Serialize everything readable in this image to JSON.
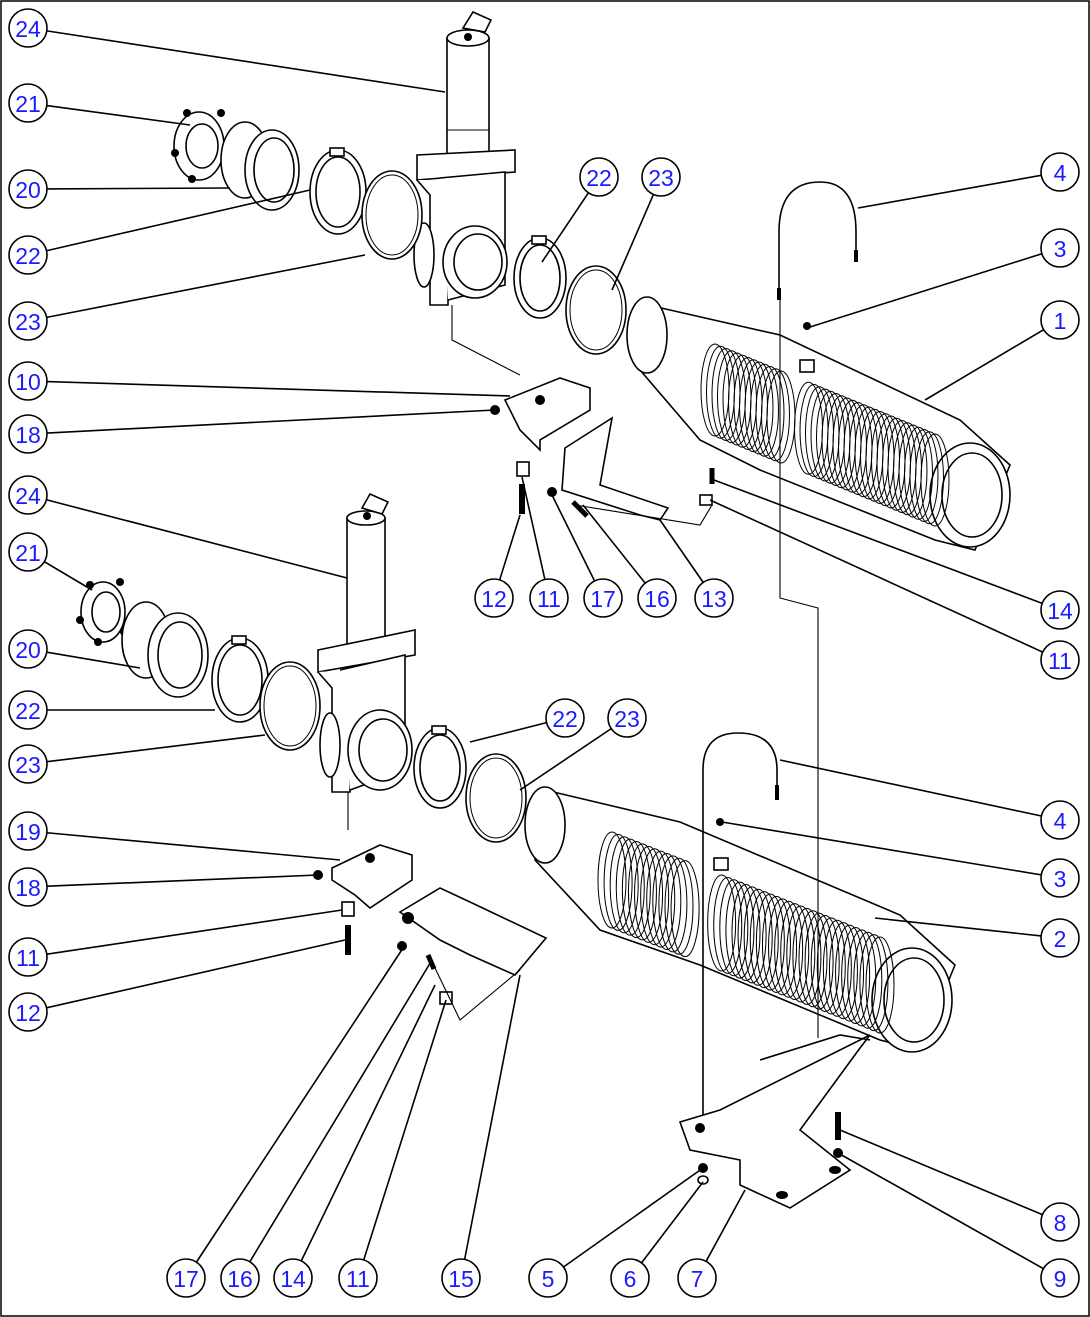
{
  "balloons": [
    {
      "id": "b24a",
      "label": "24"
    },
    {
      "id": "b21a",
      "label": "21"
    },
    {
      "id": "b20a",
      "label": "20"
    },
    {
      "id": "b22a",
      "label": "22"
    },
    {
      "id": "b23a",
      "label": "23"
    },
    {
      "id": "b10",
      "label": "10"
    },
    {
      "id": "b18a",
      "label": "18"
    },
    {
      "id": "b24b",
      "label": "24"
    },
    {
      "id": "b21b",
      "label": "21"
    },
    {
      "id": "b20b",
      "label": "20"
    },
    {
      "id": "b22b",
      "label": "22"
    },
    {
      "id": "b23b",
      "label": "23"
    },
    {
      "id": "b19",
      "label": "19"
    },
    {
      "id": "b18b",
      "label": "18"
    },
    {
      "id": "b11a",
      "label": "11"
    },
    {
      "id": "b12a",
      "label": "12"
    },
    {
      "id": "b22c",
      "label": "22"
    },
    {
      "id": "b23c",
      "label": "23"
    },
    {
      "id": "b4a",
      "label": "4"
    },
    {
      "id": "b3a",
      "label": "3"
    },
    {
      "id": "b1",
      "label": "1"
    },
    {
      "id": "b12b",
      "label": "12"
    },
    {
      "id": "b11b",
      "label": "11"
    },
    {
      "id": "b17a",
      "label": "17"
    },
    {
      "id": "b16a",
      "label": "16"
    },
    {
      "id": "b13",
      "label": "13"
    },
    {
      "id": "b14a",
      "label": "14"
    },
    {
      "id": "b11c",
      "label": "11"
    },
    {
      "id": "b22d",
      "label": "22"
    },
    {
      "id": "b23d",
      "label": "23"
    },
    {
      "id": "b4b",
      "label": "4"
    },
    {
      "id": "b3b",
      "label": "3"
    },
    {
      "id": "b2",
      "label": "2"
    },
    {
      "id": "b8",
      "label": "8"
    },
    {
      "id": "b9",
      "label": "9"
    },
    {
      "id": "b17b",
      "label": "17"
    },
    {
      "id": "b16b",
      "label": "16"
    },
    {
      "id": "b14b",
      "label": "14"
    },
    {
      "id": "b11d",
      "label": "11"
    },
    {
      "id": "b15",
      "label": "15"
    },
    {
      "id": "b5",
      "label": "5"
    },
    {
      "id": "b6",
      "label": "6"
    },
    {
      "id": "b7",
      "label": "7"
    }
  ]
}
